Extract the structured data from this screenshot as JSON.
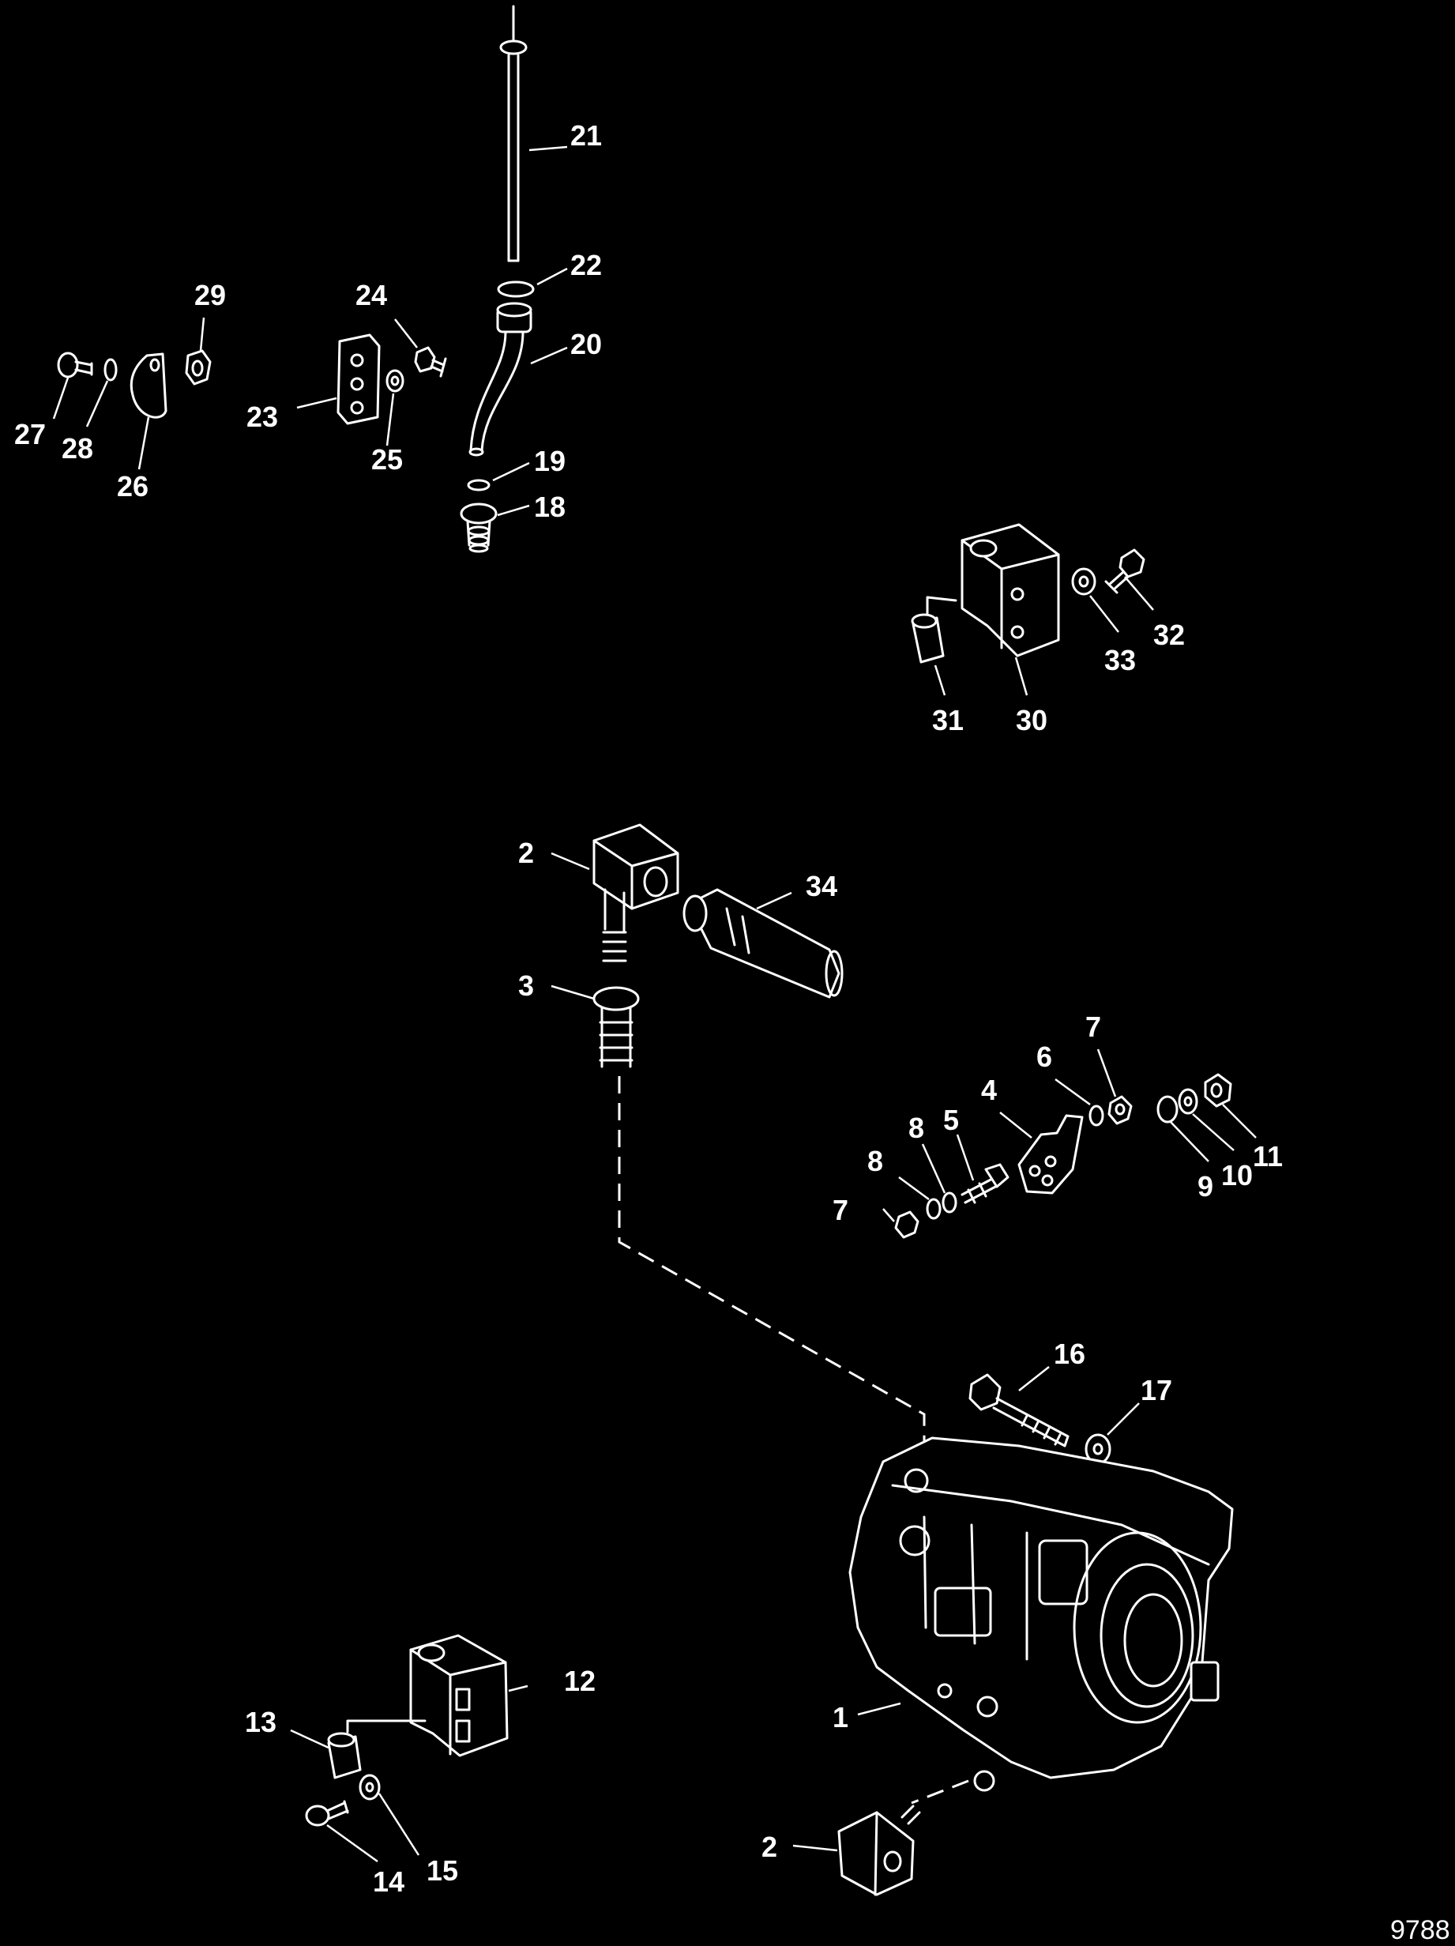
{
  "figure_number": "9788",
  "callouts": {
    "c1": "1",
    "c2a": "2",
    "c2b": "2",
    "c3": "3",
    "c4": "4",
    "c5": "5",
    "c6": "6",
    "c7a": "7",
    "c7b": "7",
    "c8a": "8",
    "c8b": "8",
    "c9": "9",
    "c10": "10",
    "c11": "11",
    "c12": "12",
    "c13": "13",
    "c14": "14",
    "c15": "15",
    "c16": "16",
    "c17": "17",
    "c18": "18",
    "c19": "19",
    "c20": "20",
    "c21": "21",
    "c22": "22",
    "c23": "23",
    "c24": "24",
    "c25": "25",
    "c26": "26",
    "c27": "27",
    "c28": "28",
    "c29": "29",
    "c30": "30",
    "c31": "31",
    "c32": "32",
    "c33": "33",
    "c34": "34"
  },
  "colors": {
    "background": "#000000",
    "line": "#ffffff"
  }
}
